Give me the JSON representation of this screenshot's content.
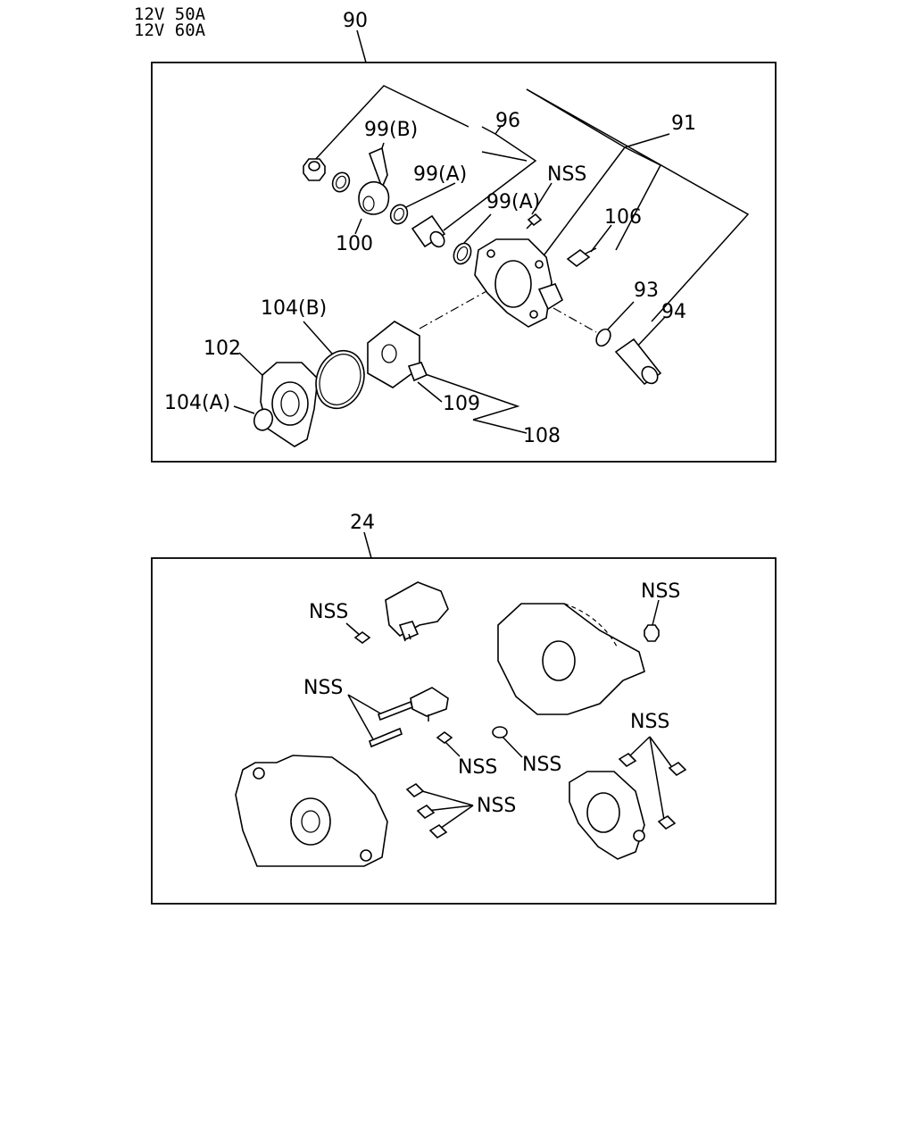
{
  "header": {
    "line1": "12V 50A",
    "line2": "12V 60A"
  },
  "box1": {
    "ref": "90",
    "labels": {
      "l99b": "99(B)",
      "l96": "96",
      "l91": "91",
      "l99a1": "99(A)",
      "lnss": "NSS",
      "l99a2": "99(A)",
      "l106": "106",
      "l100": "100",
      "l93": "93",
      "l94": "94",
      "l104b": "104(B)",
      "l102": "102",
      "l104a": "104(A)",
      "l109": "109",
      "l108": "108"
    }
  },
  "box2": {
    "ref": "24",
    "labels": {
      "nss1": "NSS",
      "nss2": "NSS",
      "nss3": "NSS",
      "nss4": "NSS",
      "nss5": "NSS",
      "nss6": "NSS",
      "nss7": "NSS"
    }
  },
  "icons": [
    "nut-icon",
    "o-ring-icon",
    "bolt-icon",
    "rectifier-icon",
    "housing-icon",
    "terminal-icon",
    "connector-icon"
  ]
}
